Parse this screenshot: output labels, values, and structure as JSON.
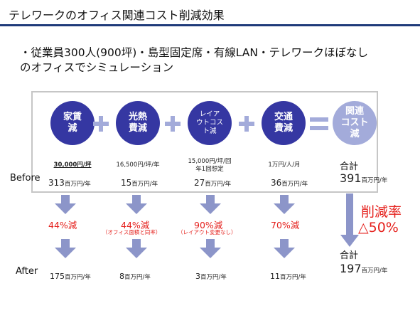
{
  "title": "テレワークのオフィス関連コスト削減効果",
  "subtitle": {
    "line1": "・従業員300人(900坪)・島型固定席・有線LAN・テレワークほぼなし",
    "line2": "のオフィスでシミュレーション"
  },
  "costs": [
    {
      "label": "家賃\n減",
      "price": "30,000円/坪",
      "price2": "",
      "before_num": "313",
      "before_unit": "百万円/年",
      "pct": "44%減",
      "note": "",
      "after_num": "175",
      "after_unit": "百万円/年"
    },
    {
      "label": "光熱\n費減",
      "price": "16,500円/坪/年",
      "price2": "",
      "before_num": "15",
      "before_unit": "百万円/年",
      "pct": "44%減",
      "note": "（オフィス面積と同率）",
      "after_num": "8",
      "after_unit": "百万円/年"
    },
    {
      "label": "レイア\nウトコス\nト減",
      "price": "15,000円/坪/回",
      "price2": "年1回想定",
      "before_num": "27",
      "before_unit": "百万円/年",
      "pct": "90%減",
      "note": "（レイアウト変更なし）",
      "after_num": "3",
      "after_unit": "百万円/年"
    },
    {
      "label": "交通\n費減",
      "price": "1万円/人/月",
      "price2": "",
      "before_num": "36",
      "before_unit": "百万円/年",
      "pct": "70%減",
      "note": "",
      "after_num": "11",
      "after_unit": "百万円/年"
    }
  ],
  "total": {
    "label": "関連\nコスト\n減",
    "before_label": "合計",
    "before_num": "391",
    "before_unit": "百万円/年",
    "rate_label": "削減率",
    "rate_value": "△50%",
    "after_label": "合計",
    "after_num": "197",
    "after_unit": "百万円/年"
  },
  "row_labels": {
    "before": "Before",
    "after": "After"
  },
  "colors": {
    "circle": "#3537a2",
    "circle_total": "#a3abda",
    "arrow": "#8c95c9",
    "reduction": "#e5211d",
    "rule": "#1f3b7a"
  }
}
